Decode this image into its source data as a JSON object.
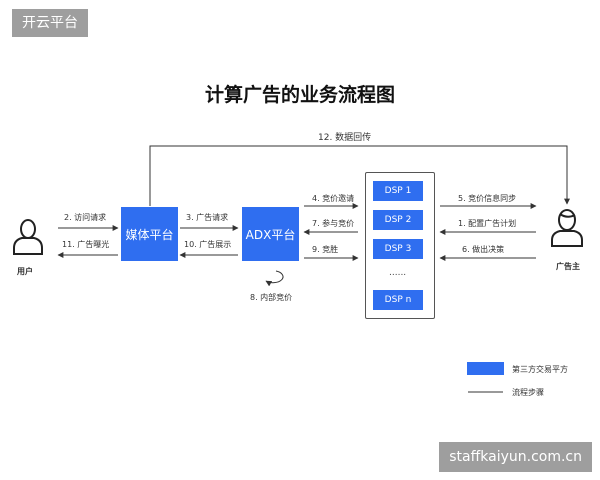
{
  "watermark_tl": "开云平台",
  "watermark_br": "staffkaiyun.com.cn",
  "title": "计算广告的业务流程图",
  "nodes": {
    "user": "用户",
    "media": "媒体平台",
    "adx": "ADX平台",
    "advertiser": "广告主",
    "dsp1": "DSP 1",
    "dsp2": "DSP 2",
    "dsp3": "DSP 3",
    "ellipsis": "......",
    "dspn": "DSP n"
  },
  "steps": {
    "s12": "12. 数据回传",
    "s2": "2. 访问请求",
    "s11": "11. 广告曝光",
    "s3": "3. 广告请求",
    "s10": "10. 广告展示",
    "s8": "8. 内部竞价",
    "s4": "4. 竞价邀请",
    "s7": "7. 参与竞价",
    "s9": "9. 竞胜",
    "s5": "5. 竞价信息同步",
    "s1": "1. 配置广告计划",
    "s6": "6. 做出决策"
  },
  "legend": {
    "third_party": "第三方交易平方",
    "flow_step": "流程步骤"
  },
  "colors": {
    "box_blue": "#2f6ef0",
    "line": "#333333"
  }
}
